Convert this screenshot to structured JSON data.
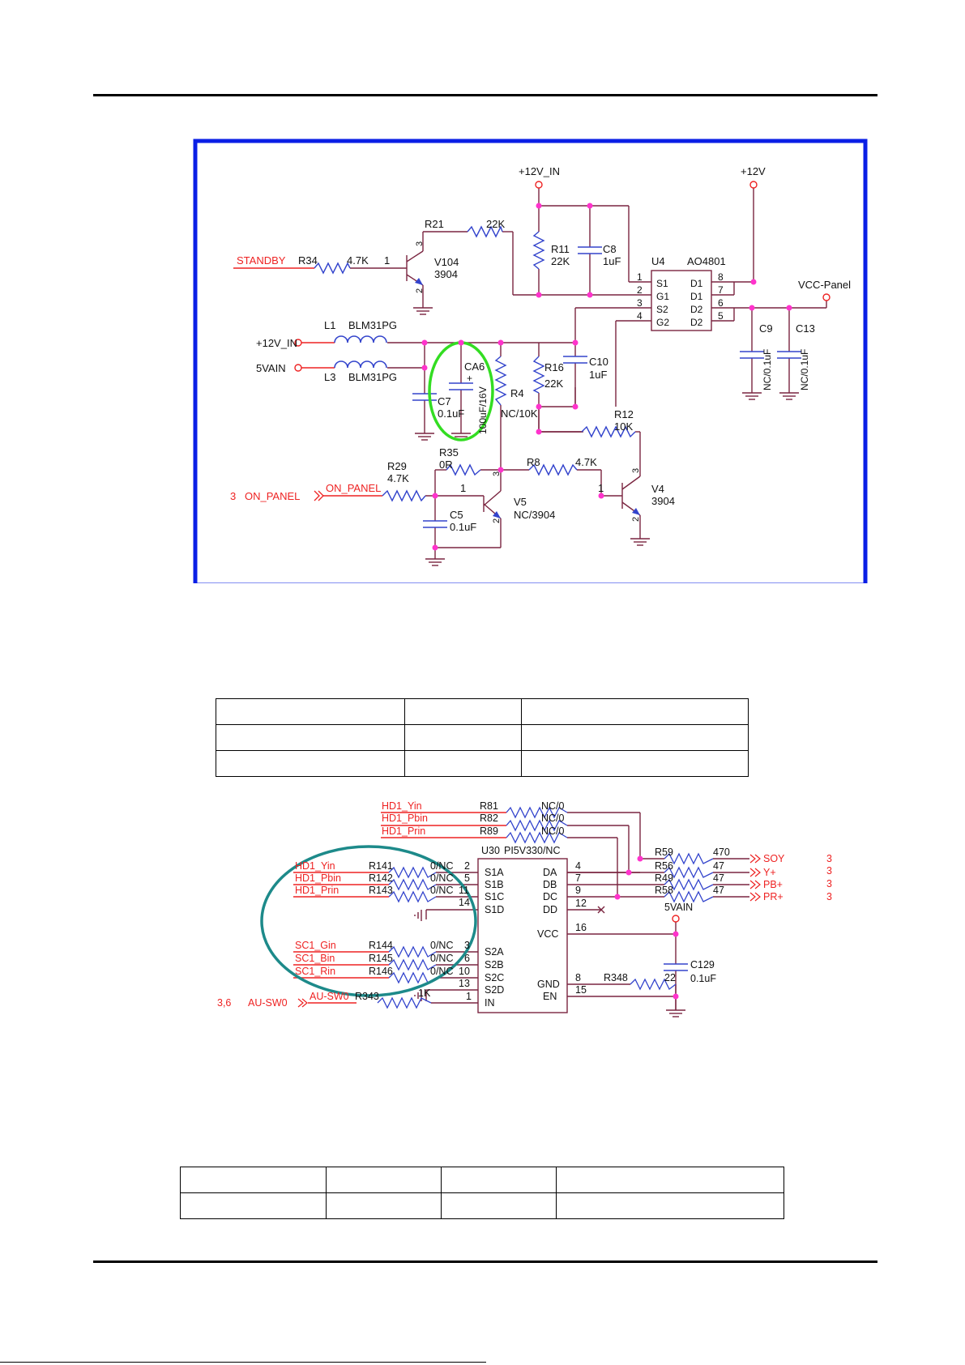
{
  "colors": {
    "wire": "#7a2540",
    "node": "#ff33cc",
    "label": "#ee2222",
    "text": "#111111",
    "resistor": "#3344cc",
    "frame": "#0a1fe6",
    "highlight_green": "#33dd22",
    "highlight_teal": "#1d8a8a"
  },
  "schematic1": {
    "rails": {
      "v12_in_top": "+12V_IN",
      "v12": "+12V",
      "vcc_panel": "VCC-Panel",
      "v12_in_left": "+12V_IN",
      "v5ain": "5VAIN"
    },
    "inputs": {
      "standby": "STANDBY",
      "on_panel_ref": "3",
      "on_panel_port": "ON_PANEL",
      "on_panel_net": "ON_PANEL"
    },
    "parts": {
      "r34": {
        "ref": "R34",
        "value": "4.7K"
      },
      "r21": {
        "ref": "R21",
        "value": "22K"
      },
      "v104": {
        "ref": "V104",
        "value": "3904"
      },
      "r11": {
        "ref": "R11",
        "value": "22K"
      },
      "c8": {
        "ref": "C8",
        "value": "1uF"
      },
      "u4": {
        "ref": "U4",
        "value": "AO4801"
      },
      "l1": {
        "ref": "L1",
        "value": "BLM31PG"
      },
      "l3": {
        "ref": "L3",
        "value": "BLM31PG"
      },
      "c7": {
        "ref": "C7",
        "value": "0.1uF"
      },
      "ca6": {
        "ref": "CA6",
        "value": "100uF/16V"
      },
      "r4": {
        "ref": "R4",
        "value": "NC/10K"
      },
      "r16": {
        "ref": "R16",
        "value": "22K"
      },
      "c10": {
        "ref": "C10",
        "value": "1uF"
      },
      "r12": {
        "ref": "R12",
        "value": "10K"
      },
      "c9": {
        "ref": "C9",
        "value": "NC/0.1uF"
      },
      "c13": {
        "ref": "C13",
        "value": "NC/0.1uF"
      },
      "r29": {
        "ref": "R29",
        "value": "4.7K"
      },
      "r35": {
        "ref": "R35",
        "value": "0R"
      },
      "r8": {
        "ref": "R8",
        "value": "4.7K"
      },
      "v5": {
        "ref": "V5",
        "value": "NC/3904"
      },
      "v4": {
        "ref": "V4",
        "value": "3904"
      },
      "c5": {
        "ref": "C5",
        "value": "0.1uF"
      }
    },
    "u4_pins_left": [
      "S1",
      "G1",
      "S2",
      "G2"
    ],
    "u4_pins_right": [
      "D1",
      "D1",
      "D2",
      "D2"
    ],
    "u4_pin_nums_left": [
      "1",
      "2",
      "3",
      "4"
    ],
    "u4_pin_nums_right": [
      "8",
      "7",
      "6",
      "5"
    ],
    "plus_sign": "+",
    "transistor_pins": {
      "p1": "1",
      "p2": "2",
      "p3": "3"
    }
  },
  "schematic2": {
    "top_nets": [
      "HD1_Yin",
      "HD1_Pbin",
      "HD1_Prin"
    ],
    "top_resistors": [
      {
        "ref": "R81",
        "value": "NC/0"
      },
      {
        "ref": "R82",
        "value": "NC/0"
      },
      {
        "ref": "R89",
        "value": "NC/0"
      }
    ],
    "u30": {
      "ref": "U30",
      "value": "PI5V330/NC"
    },
    "s1_nets": [
      "HD1_Yin",
      "HD1_Pbin",
      "HD1_Prin"
    ],
    "s1_resistors": [
      {
        "ref": "R141",
        "value": "0/NC",
        "pin": "2"
      },
      {
        "ref": "R142",
        "value": "0/NC",
        "pin": "5"
      },
      {
        "ref": "R143",
        "value": "0/NC",
        "pin": "11"
      }
    ],
    "s1_pin_d": "14",
    "s2_nets": [
      "SC1_Gin",
      "SC1_Bin",
      "SC1_Rin"
    ],
    "s2_resistors": [
      {
        "ref": "R144",
        "value": "0/NC",
        "pin": "3"
      },
      {
        "ref": "R145",
        "value": "0/NC",
        "pin": "6"
      },
      {
        "ref": "R146",
        "value": "0/NC",
        "pin": "10"
      }
    ],
    "s2_pin_d": "13",
    "left_pins": [
      "S1A",
      "S1B",
      "S1C",
      "S1D",
      "S2A",
      "S2B",
      "S2C",
      "S2D",
      "IN"
    ],
    "right_pins": [
      "DA",
      "DB",
      "DC",
      "DD",
      "VCC",
      "GND",
      "EN"
    ],
    "right_pin_nums": [
      "4",
      "7",
      "9",
      "12",
      "16",
      "8",
      "15"
    ],
    "in_pin_num": "1",
    "au_sw0": {
      "ref": "3,6",
      "port": "AU-SW0",
      "res_ref": "R343",
      "res_value": "1K"
    },
    "out_resistors": [
      {
        "ref": "R59",
        "value": "470",
        "net": "SOY",
        "page": "3"
      },
      {
        "ref": "R56",
        "value": "47",
        "net": "Y+",
        "page": "3"
      },
      {
        "ref": "R49",
        "value": "47",
        "net": "PB+",
        "page": "3"
      },
      {
        "ref": "R58",
        "value": "47",
        "net": "PR+",
        "page": "3"
      }
    ],
    "v5ain": "5VAIN",
    "c129": {
      "ref": "C129",
      "value": "0.1uF"
    },
    "r348": {
      "ref": "R348",
      "value": "22"
    }
  },
  "table1": {
    "rows": 3,
    "cols": 3
  },
  "table2": {
    "rows": 2,
    "cols": 4
  }
}
